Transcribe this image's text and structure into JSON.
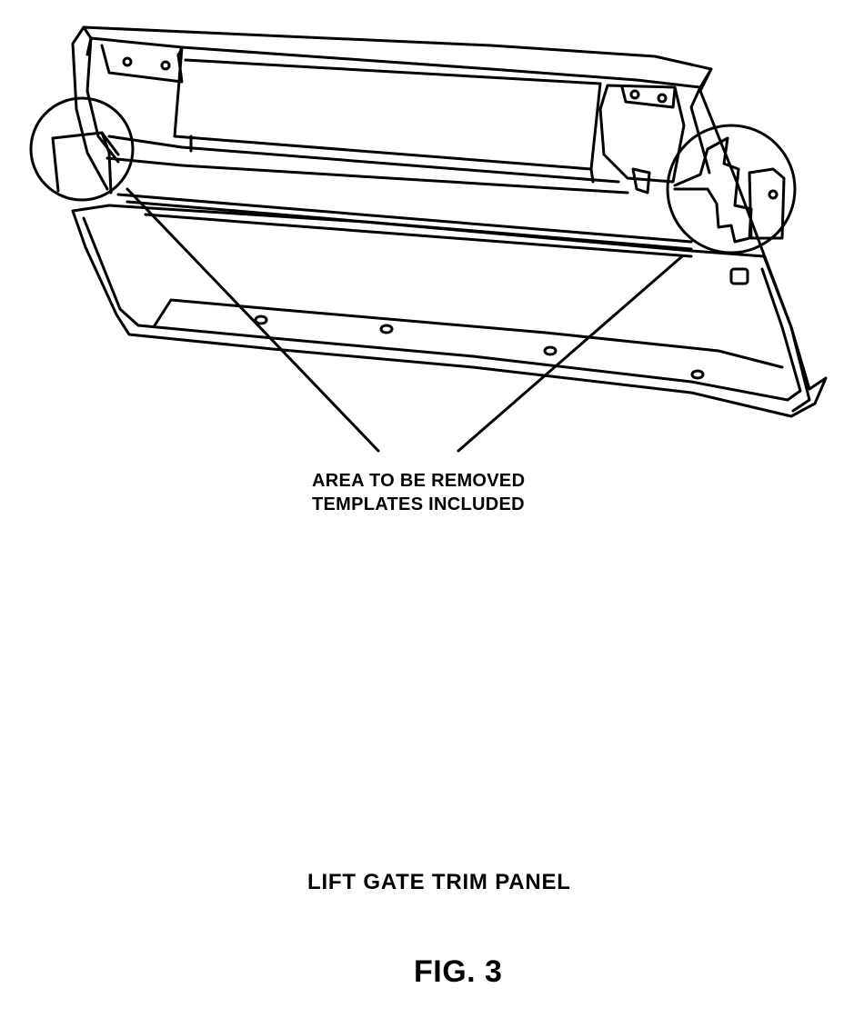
{
  "callout": {
    "line1": "AREA TO BE REMOVED",
    "line2": "TEMPLATES INCLUDED"
  },
  "caption": "LIFT GATE TRIM PANEL",
  "figure_label": "FIG. 3"
}
